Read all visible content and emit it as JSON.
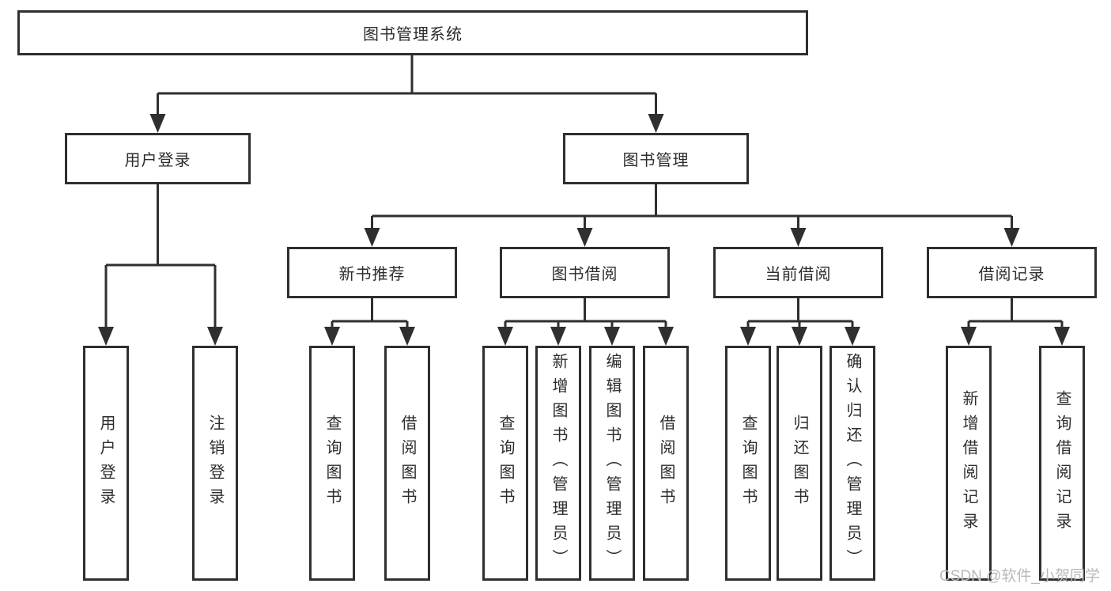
{
  "title": "图书管理系统",
  "watermark": "CSDN @软件_小贺同学",
  "colors": {
    "line": "#2f2f2f",
    "text": "#2d2d2d",
    "background": "#ffffff",
    "watermark": "#b9b9b9"
  },
  "tree": {
    "root": "图书管理系统",
    "children": [
      {
        "label": "用户登录",
        "children": [
          "用户登录",
          "注销登录"
        ]
      },
      {
        "label": "图书管理",
        "children": [
          {
            "label": "新书推荐",
            "children": [
              "查询图书",
              "借阅图书"
            ]
          },
          {
            "label": "图书借阅",
            "children": [
              "查询图书",
              "新增图书（管理员）",
              "编辑图书（管理员）",
              "借阅图书"
            ]
          },
          {
            "label": "当前借阅",
            "children": [
              "查询图书",
              "归还图书",
              "确认归还（管理员）"
            ]
          },
          {
            "label": "借阅记录",
            "children": [
              "新增借阅记录",
              "查询借阅记录"
            ]
          }
        ]
      }
    ]
  }
}
